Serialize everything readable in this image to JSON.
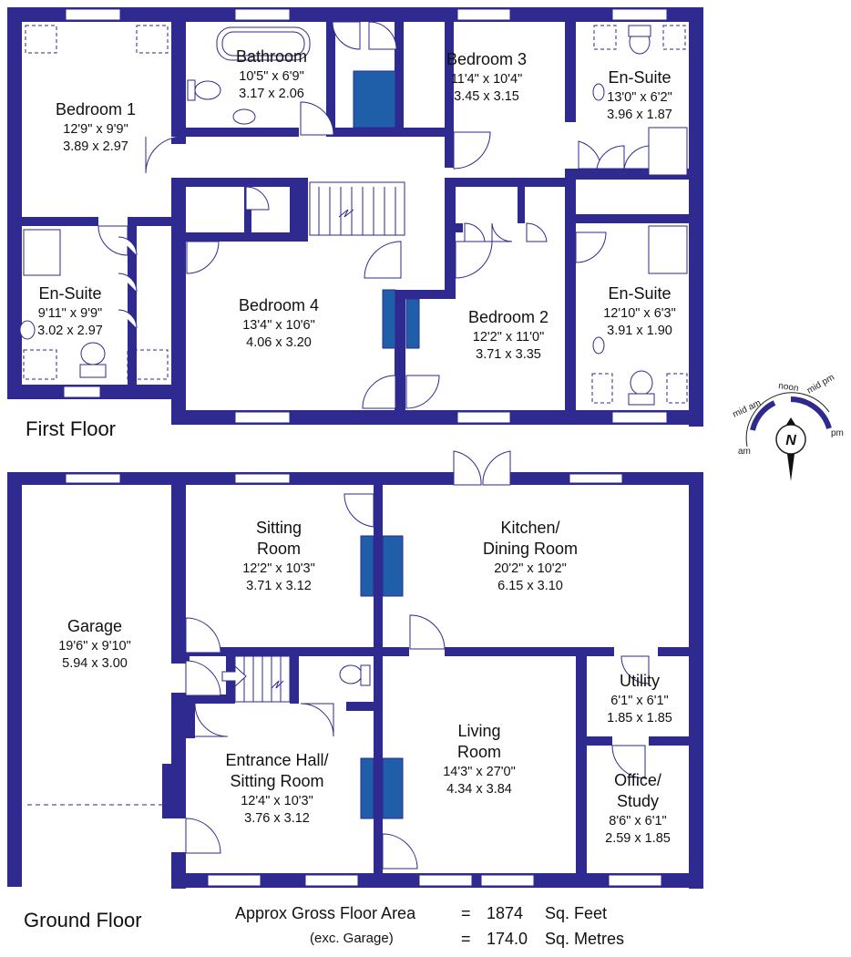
{
  "floors": {
    "first": "First Floor",
    "ground": "Ground Floor"
  },
  "rooms": {
    "bedroom1": {
      "name": "Bedroom 1",
      "imperial": "12'9\" x 9'9\"",
      "metric": "3.89 x 2.97"
    },
    "ensuite_left": {
      "name": "En-Suite",
      "imperial": "9'11\" x 9'9\"",
      "metric": "3.02 x 2.97"
    },
    "bathroom": {
      "name": "Bathroom",
      "imperial": "10'5\" x 6'9\"",
      "metric": "3.17 x 2.06"
    },
    "bedroom3": {
      "name": "Bedroom 3",
      "imperial": "11'4\" x 10'4\"",
      "metric": "3.45 x 3.15"
    },
    "ensuite_top_right": {
      "name": "En-Suite",
      "imperial": "13'0\" x 6'2\"",
      "metric": "3.96 x 1.87"
    },
    "ensuite_mid_right": {
      "name": "En-Suite",
      "imperial": "12'10\" x 6'3\"",
      "metric": "3.91 x 1.90"
    },
    "bedroom4": {
      "name": "Bedroom 4",
      "imperial": "13'4\" x 10'6\"",
      "metric": "4.06 x 3.20"
    },
    "bedroom2": {
      "name": "Bedroom 2",
      "imperial": "12'2\" x 11'0\"",
      "metric": "3.71 x 3.35"
    },
    "garage": {
      "name": "Garage",
      "imperial": "19'6\" x 9'10\"",
      "metric": "5.94 x 3.00"
    },
    "sitting_room": {
      "line1": "Sitting",
      "line2": "Room",
      "imperial": "12'2\" x 10'3\"",
      "metric": "3.71 x 3.12"
    },
    "kitchen": {
      "line1": "Kitchen/",
      "line2": "Dining Room",
      "imperial": "20'2\" x 10'2\"",
      "metric": "6.15 x 3.10"
    },
    "utility": {
      "name": "Utility",
      "imperial": "6'1\" x 6'1\"",
      "metric": "1.85 x 1.85"
    },
    "living_room": {
      "line1": "Living",
      "line2": "Room",
      "imperial": "14'3\" x 27'0\"",
      "metric": "4.34 x 3.84"
    },
    "entrance_hall": {
      "line1": "Entrance Hall/",
      "line2": "Sitting Room",
      "imperial": "12'4\" x 10'3\"",
      "metric": "3.76 x 3.12"
    },
    "office": {
      "line1": "Office/",
      "line2": "Study",
      "imperial": "8'6\" x 6'1\"",
      "metric": "2.59 x 1.85"
    }
  },
  "area": {
    "line1_label": "Approx Gross Floor Area",
    "line1_eq": "=",
    "line1_value": "1874",
    "line1_unit": "Sq. Feet",
    "line2_label": "(exc. Garage)",
    "line2_eq": "=",
    "line2_value": "174.0",
    "line2_unit": "Sq. Metres"
  },
  "compass": {
    "north": "N",
    "labels": [
      "am",
      "mid am",
      "noon",
      "mid pm",
      "pm"
    ]
  },
  "colors": {
    "wall": "#2e2a8f",
    "fixture": "#1f5ea8",
    "window": "#ffffff"
  }
}
